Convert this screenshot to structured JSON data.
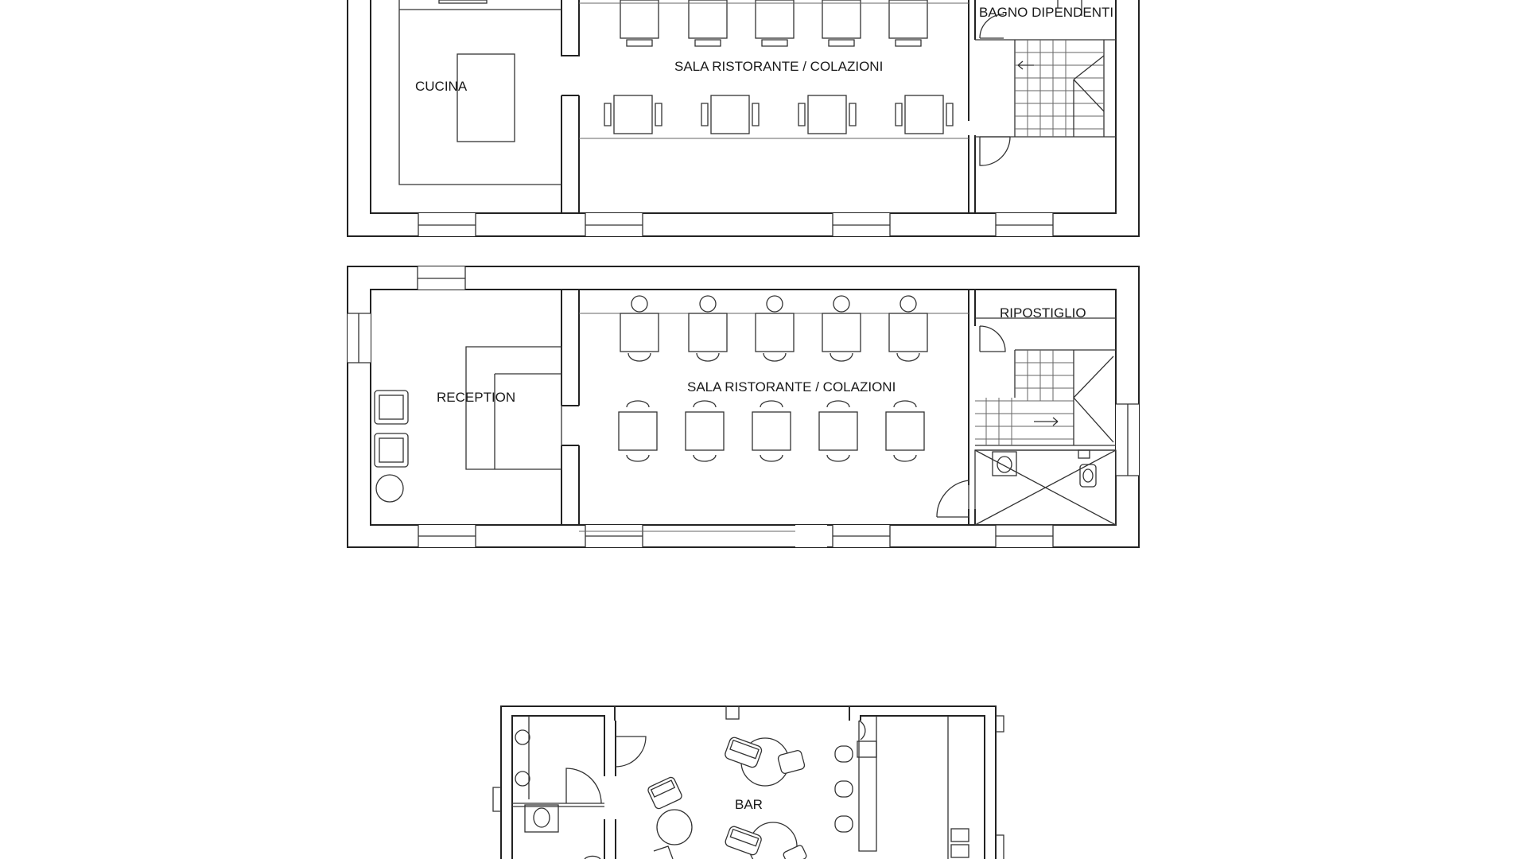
{
  "plan": {
    "upper_floor": {
      "kitchen_label": "CUCINA",
      "dining_label": "SALA RISTORANTE / COLAZIONI",
      "staff_bath_label": "BAGNO DIPENDENTI"
    },
    "ground_floor": {
      "reception_label": "RECEPTION",
      "dining_label": "SALA RISTORANTE / COLAZIONI",
      "storage_label": "RIPOSTIGLIO"
    },
    "bar_level": {
      "bar_label": "BAR"
    }
  },
  "colors": {
    "line": "#222222",
    "background": "#ffffff"
  }
}
